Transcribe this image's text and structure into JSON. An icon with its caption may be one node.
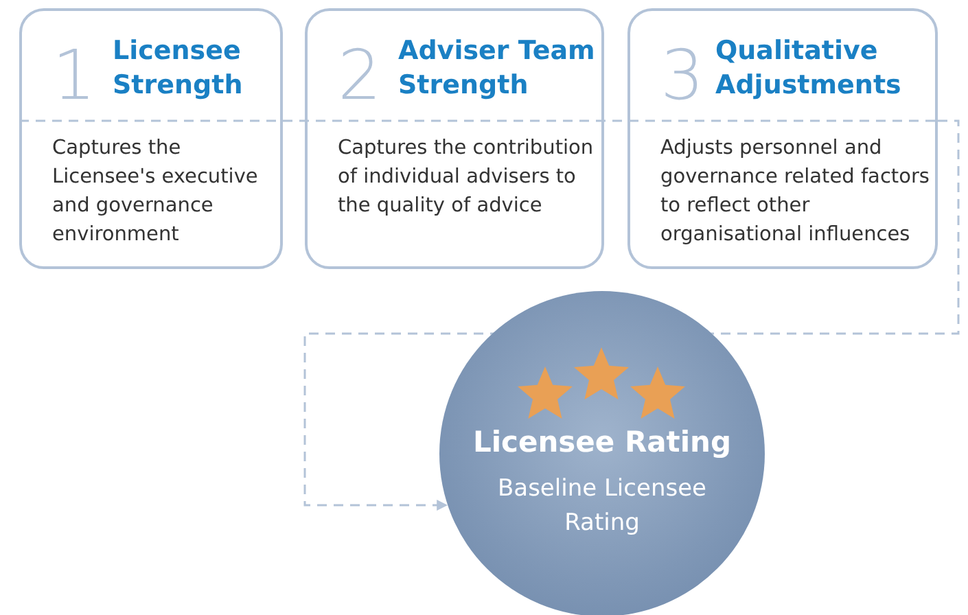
{
  "diagram": {
    "nodes": [
      {
        "text": [
          "1",
          "Licensee Strength",
          "Captures the Licensee's executive and governance environment"
        ]
      },
      {
        "text": [
          "2",
          "Adviser Team Strength",
          "Captures the contribution of individual advisers to the quality of advice"
        ]
      },
      {
        "text": [
          "3",
          "Qualitative Adjustments",
          "Adjusts personnel and governance related factors to reflect other organisational influences"
        ]
      },
      {
        "text": [
          "Licensee Rating",
          "Baseline Licensee Rating"
        ]
      }
    ],
    "edges": [
      {
        "from": 2,
        "to": 3,
        "arrow": "to",
        "style": "dashed"
      }
    ]
  }
}
